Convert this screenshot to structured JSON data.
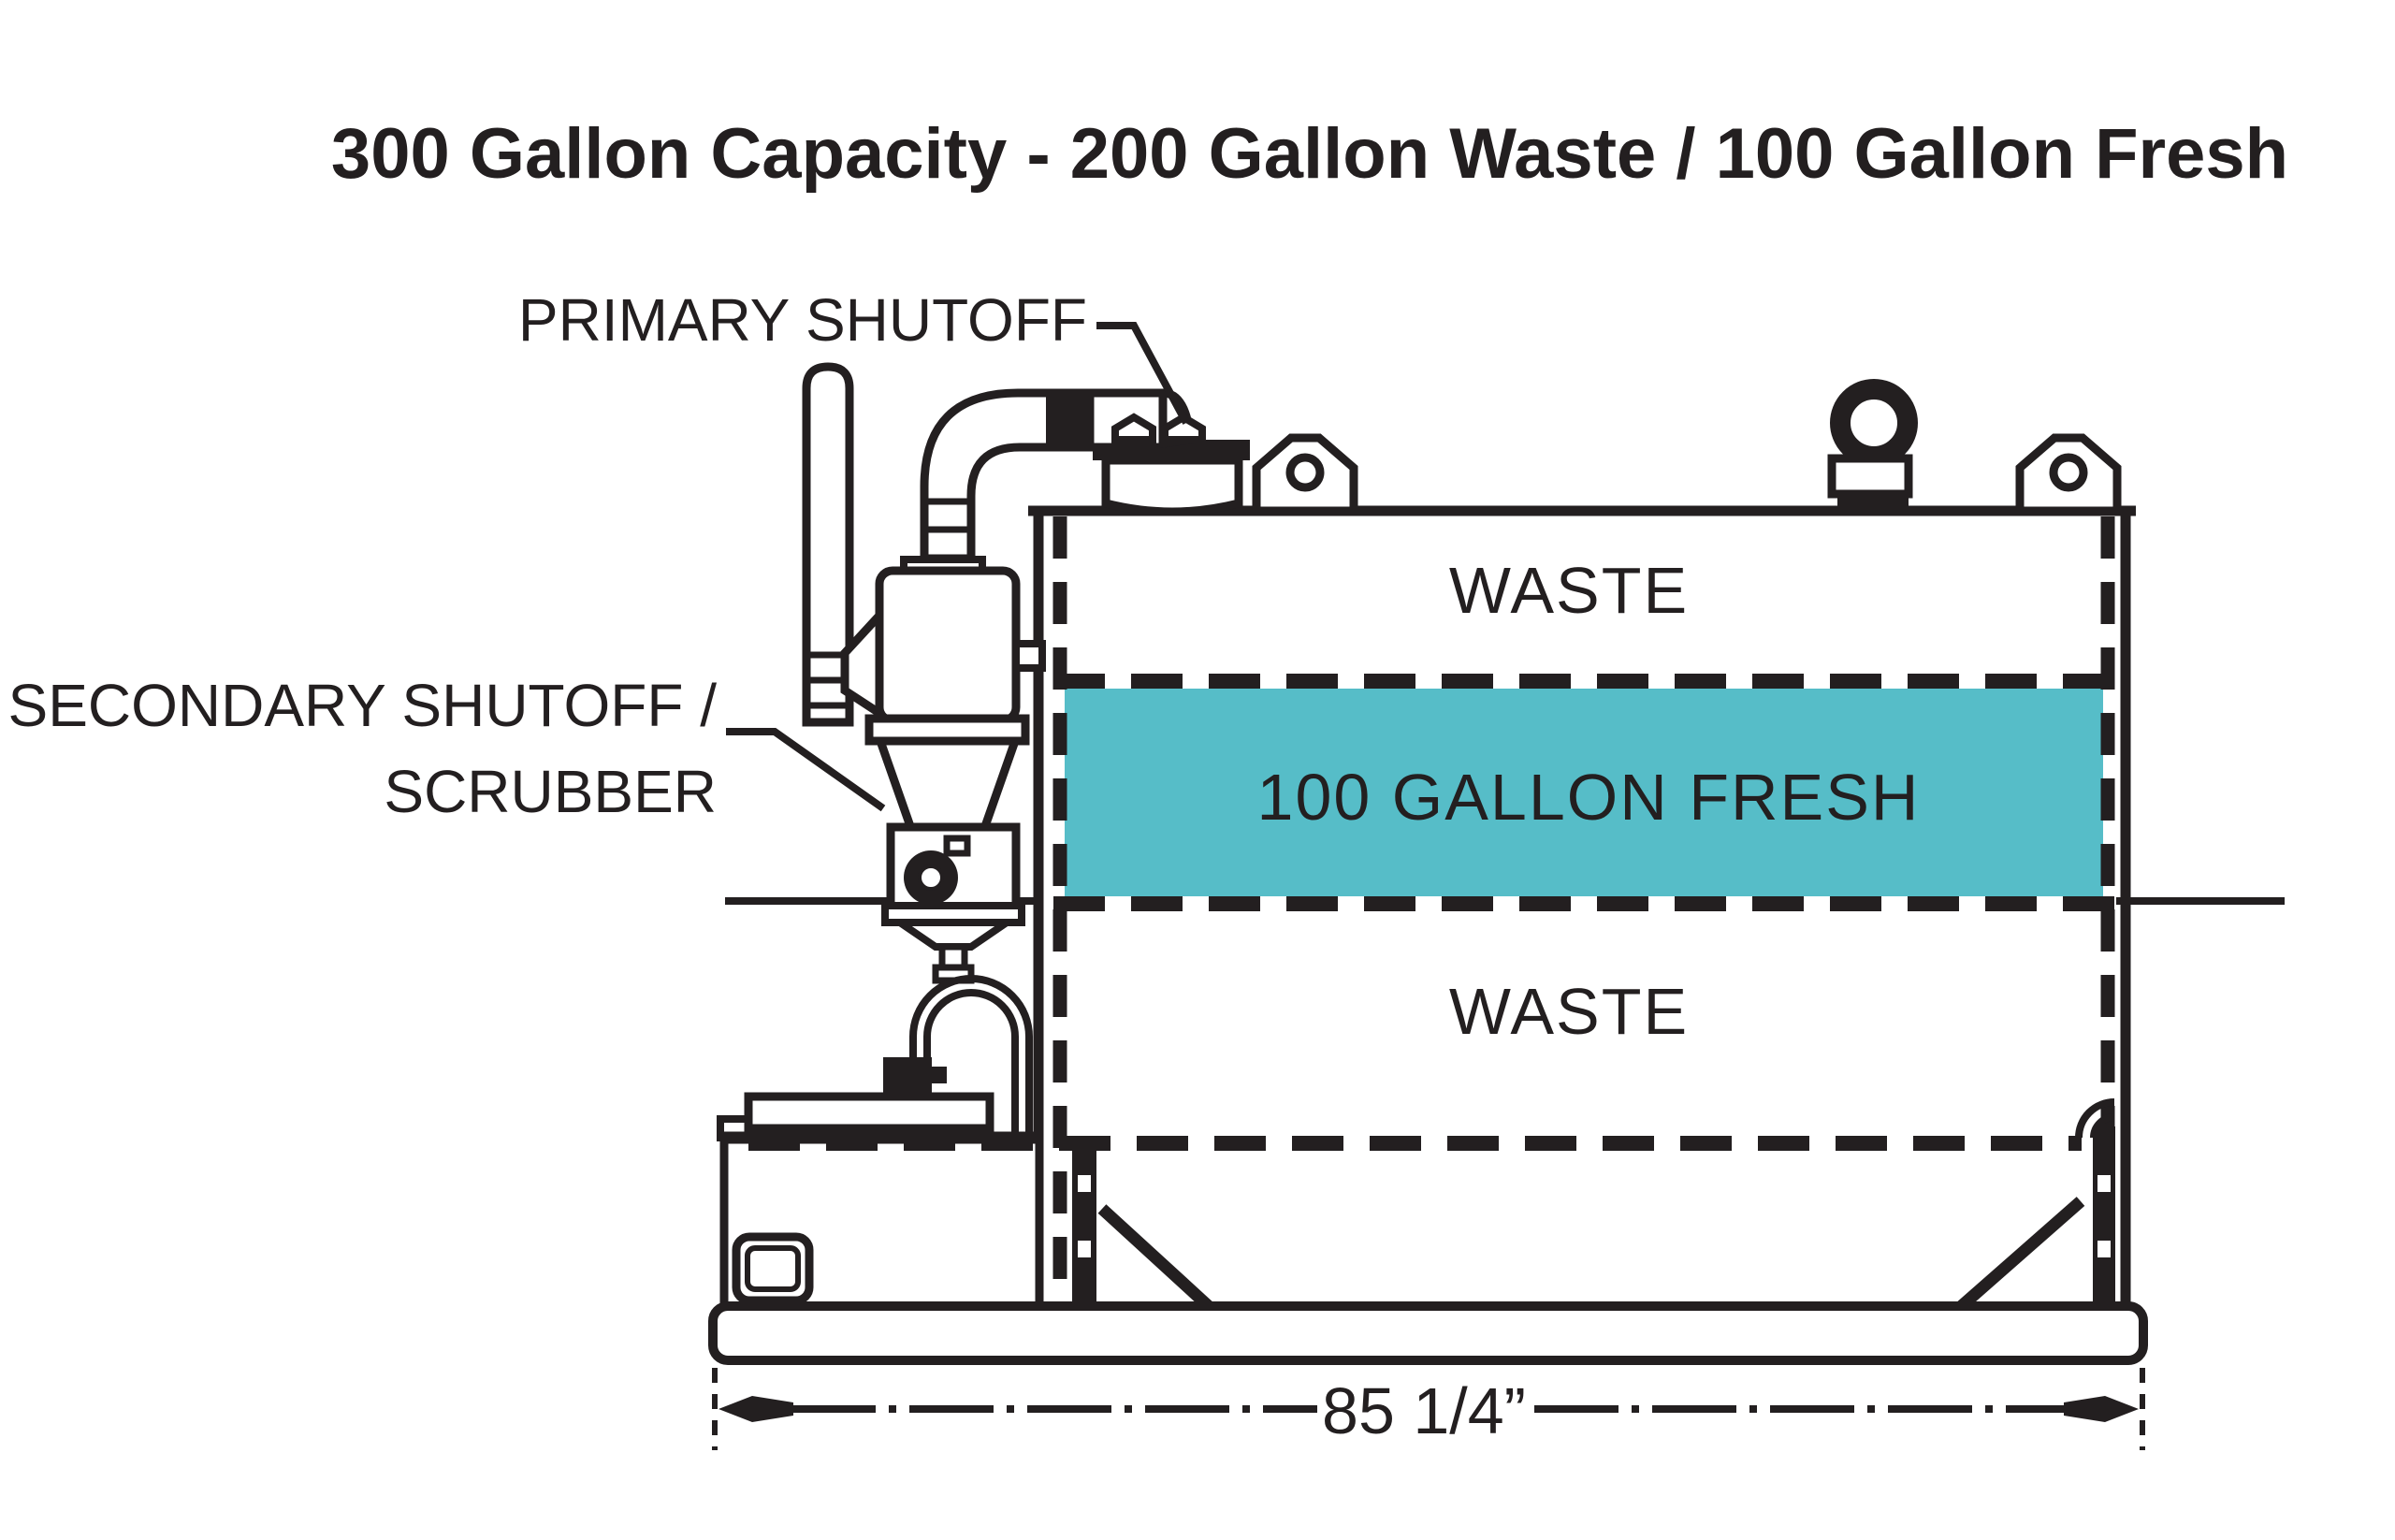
{
  "title": "300 Gallon Capacity - 200 Gallon Waste / 100 Gallon Fresh",
  "labels": {
    "primary_shutoff": "PRIMARY SHUTOFF",
    "secondary_shutoff_line1": "SECONDARY SHUTOFF /",
    "secondary_shutoff_line2": "SCRUBBER"
  },
  "tank": {
    "waste_top": "WASTE",
    "fresh": "100 GALLON FRESH",
    "waste_bottom": "WASTE"
  },
  "dimension": {
    "width": "85 1/4”"
  },
  "colors": {
    "line": "#231f20",
    "fresh_fill": "#56bdc8"
  }
}
